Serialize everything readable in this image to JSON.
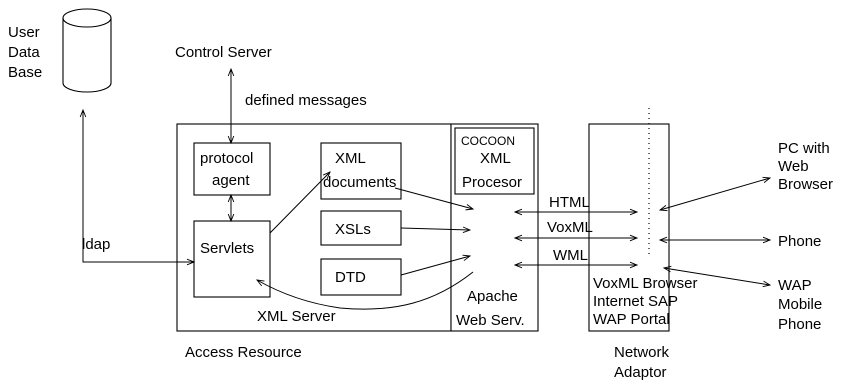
{
  "user_db": {
    "label_lines": [
      "User",
      "Data",
      "Base"
    ]
  },
  "control_server": {
    "label": "Control Server",
    "messages_label": "defined messages"
  },
  "ldap_label": "ldap",
  "access_resource": {
    "label": "Access Resource",
    "xml_server_label": "XML Server",
    "protocol_agent_lines": [
      "protocol",
      "agent"
    ],
    "servlets_label": "Servlets",
    "xml_documents_lines": [
      "XML",
      "documents"
    ],
    "xsls_label": "XSLs",
    "dtd_label": "DTD"
  },
  "apache": {
    "cocoon_label": "COCOON",
    "processor_lines": [
      "XML",
      "Procesor"
    ],
    "server_lines": [
      "Apache",
      "Web Serv."
    ]
  },
  "protocols": [
    "HTML",
    "VoxML",
    "WML"
  ],
  "network_adaptor": {
    "label_lines": [
      "Network",
      "Adaptor"
    ],
    "services_lines": [
      "VoxML Browser",
      "Internet SAP",
      "WAP Portal"
    ]
  },
  "clients": {
    "pc_lines": [
      "PC with",
      "Web",
      "Browser"
    ],
    "phone_label": "Phone",
    "wap_lines": [
      "WAP",
      "Mobile",
      "Phone"
    ]
  }
}
